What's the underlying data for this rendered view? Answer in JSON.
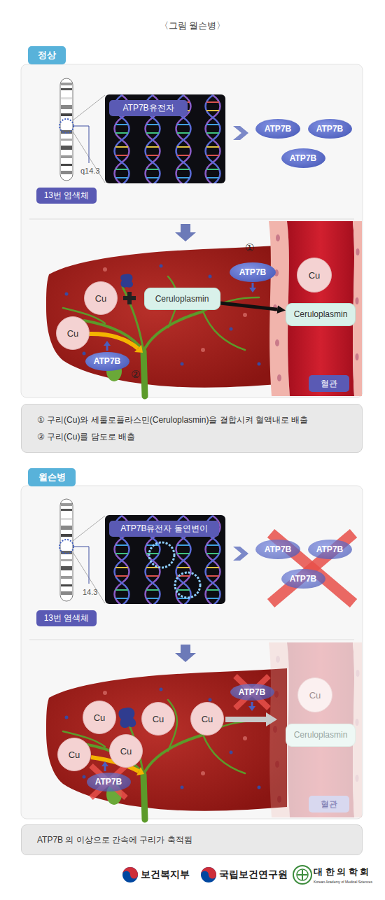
{
  "diagram": {
    "title": "〈그림 월슨병〉",
    "nodes": [
      {
        "text": [
          "정상"
        ]
      },
      {
        "text": [
          "13번 염색체"
        ]
      },
      {
        "text": [
          "ATP7B유전자"
        ]
      },
      {
        "text": [
          "ATP7B"
        ]
      },
      {
        "text": [
          "ATP7B"
        ]
      },
      {
        "text": [
          "ATP7B"
        ]
      },
      {
        "text": [
          "Cu"
        ]
      },
      {
        "text": [
          "Ceruloplasmin"
        ]
      },
      {
        "text": [
          "ATP7B"
        ]
      },
      {
        "text": [
          "Cu"
        ]
      },
      {
        "text": [
          "Ceruloplasmin"
        ]
      },
      {
        "text": [
          "Cu"
        ]
      },
      {
        "text": [
          "ATP7B"
        ]
      },
      {
        "text": [
          "혈관"
        ]
      },
      {
        "text": [
          "① 구리(Cu)와 세룰로플라스민(Ceruloplasmin)을 결합시켜 혈액내로 배출",
          "② 구리(Cu)를 담도로 배출"
        ]
      },
      {
        "text": [
          "윌슨병"
        ]
      },
      {
        "text": [
          "13번 염색체"
        ]
      },
      {
        "text": [
          "ATP7B유전자 돌연변이"
        ]
      },
      {
        "text": [
          "ATP7B"
        ]
      },
      {
        "text": [
          "ATP7B"
        ]
      },
      {
        "text": [
          "ATP7B"
        ]
      },
      {
        "text": [
          "ATP7B"
        ]
      },
      {
        "text": [
          "Cu"
        ]
      },
      {
        "text": [
          "Cu"
        ]
      },
      {
        "text": [
          "Cu"
        ]
      },
      {
        "text": [
          "Cu"
        ]
      },
      {
        "text": [
          "Ceruloplasmin"
        ]
      },
      {
        "text": [
          "Cu"
        ]
      },
      {
        "text": [
          "Cu"
        ]
      },
      {
        "text": [
          "ATP7B"
        ]
      },
      {
        "text": [
          "혈관"
        ]
      },
      {
        "text": [
          "ATP7B 의 이상으로 간속에 구리가 축적됨"
        ]
      }
    ],
    "edges": [
      {
        "from": 7,
        "to": 10,
        "arrow": "to"
      }
    ],
    "labels": [
      "q14.3",
      "①",
      "②",
      "14.3",
      "보건복지부",
      "국립보건연구원",
      "대 한 의 학 회",
      "Korean Academy of Medical Sciences"
    ]
  }
}
